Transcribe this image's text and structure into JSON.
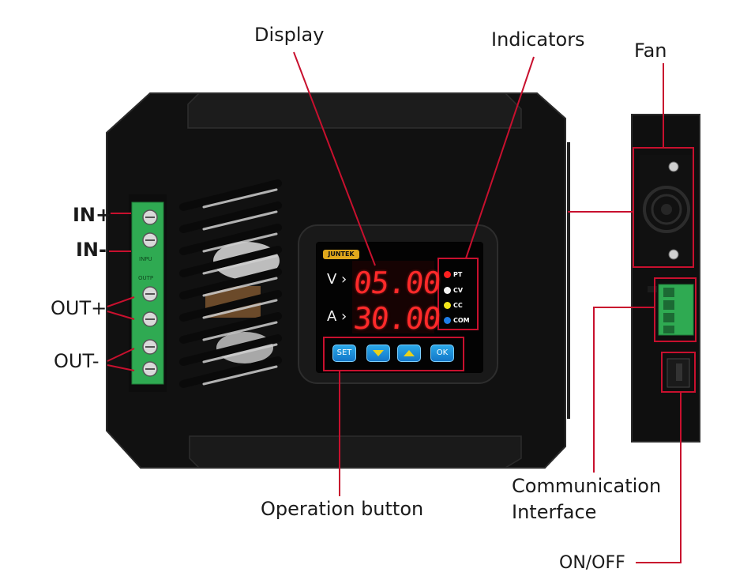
{
  "callouts": {
    "display": "Display",
    "indicators": "Indicators",
    "fan": "Fan",
    "in_plus": "IN+",
    "in_minus": "IN-",
    "out_plus": "OUT+",
    "out_minus": "OUT-",
    "operation_button": "Operation button",
    "communication_line1": "Communication",
    "communication_line2": "Interface",
    "on_off": "ON/OFF"
  },
  "device": {
    "brand": "JUNTEK",
    "voltage_reading": "05.00",
    "current_reading": "30.00",
    "voltage_unit": "V",
    "current_unit": "A",
    "terminal_labels": {
      "input": "INPU",
      "output": "OUTP"
    },
    "indicators": [
      {
        "label": "PT",
        "color": "#ff2020"
      },
      {
        "label": "CV",
        "color": "#f4f4f4"
      },
      {
        "label": "CC",
        "color": "#f3e61a"
      },
      {
        "label": "COM",
        "color": "#1e7de8"
      }
    ],
    "buttons": {
      "set": "SET",
      "down": "down-arrow-icon",
      "up": "up-arrow-icon",
      "ok": "OK"
    }
  },
  "colors": {
    "callout_line": "#c8102e",
    "body": "#141414",
    "terminal_green": "#2faa52",
    "segment_red": "#ff2a2a",
    "button_blue": "#1e8fdc"
  }
}
